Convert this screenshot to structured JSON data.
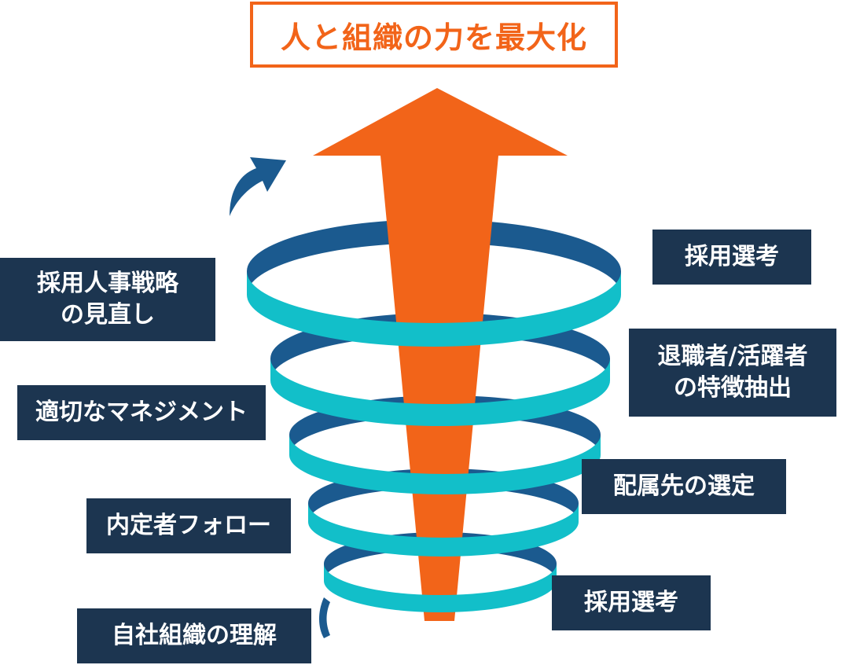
{
  "title": "人と組織の力を最大化",
  "left_labels": [
    {
      "lines": [
        "採用人事戦略",
        "の見直し"
      ]
    },
    {
      "lines": [
        "適切なマネジメント"
      ]
    },
    {
      "lines": [
        "内定者フォロー"
      ]
    },
    {
      "lines": [
        "自社組織の理解"
      ]
    }
  ],
  "right_labels": [
    {
      "lines": [
        "採用選考"
      ]
    },
    {
      "lines": [
        "退職者/活躍者",
        "の特徴抽出"
      ]
    },
    {
      "lines": [
        "配属先の選定"
      ]
    },
    {
      "lines": [
        "採用選考"
      ]
    }
  ],
  "colors": {
    "arrow": "#f26419",
    "spiral_front": "#12bfc9",
    "spiral_back": "#1b5a8f",
    "label_bg": "#1c3550",
    "title": "#f26419"
  }
}
